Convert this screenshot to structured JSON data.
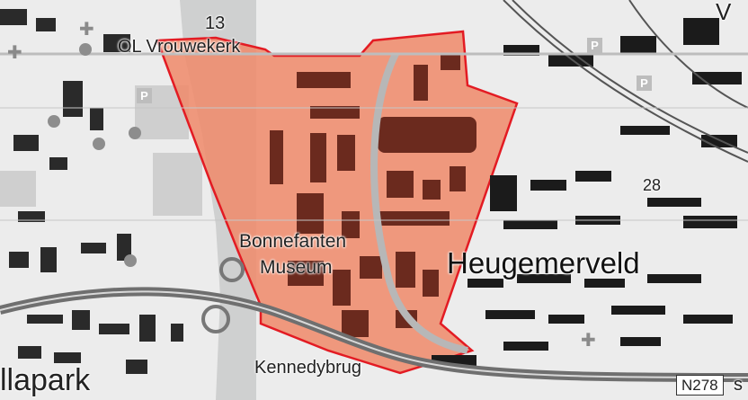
{
  "map": {
    "labels": {
      "road_13": "13",
      "road_28": "28",
      "church": "OL Vrouwekerk",
      "museum_line1": "Bonnefanten",
      "museum_line2": "Museum",
      "district": "Heugemerveld",
      "bridge": "Kennedybrug",
      "park": "llapark",
      "road_v": "V",
      "road_s": "s"
    },
    "route_shield": "N278",
    "parking_label": "P",
    "highlight_color": "#f08a6a",
    "outline_color": "#e31b23",
    "building_color": "#1b1b1b",
    "highlight_building_color": "#6b2a1e"
  }
}
